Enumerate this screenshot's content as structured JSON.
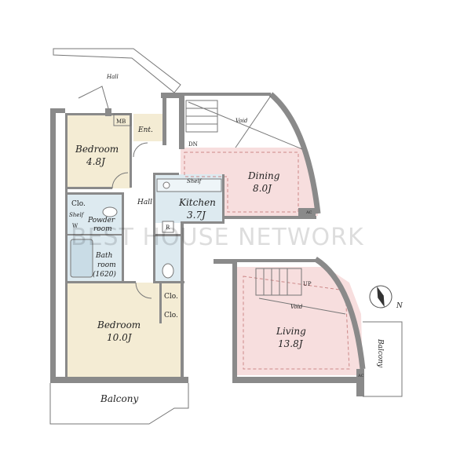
{
  "rooms": {
    "hall_top": "Hall",
    "mb": "MB",
    "ent": "Ent.",
    "void_top": "Void",
    "dn": "DN",
    "bedroom_small": "Bedroom",
    "bedroom_small_size": "4.8J",
    "dining": "Dining",
    "dining_size": "8.0J",
    "shelf_kitchen": "Shelf",
    "closet_top": "Clo.",
    "shelf_small": "Shelf",
    "w_mark": "W",
    "powder": "Powder",
    "powder_room": "room",
    "hall_mid": "Hall",
    "kitchen": "Kitchen",
    "kitchen_size": "3.7J",
    "r_mark": "R",
    "bath": "Bath",
    "bath_room": "room",
    "bath_size": "(1620)",
    "closet_1": "Clo.",
    "closet_2": "Clo.",
    "bedroom_large": "Bedroom",
    "bedroom_large_size": "10.0J",
    "balcony_bottom": "Balcony",
    "up": "UP",
    "void_living": "Void",
    "living": "Living",
    "living_size": "13.8J",
    "balcony_side": "Balcony",
    "ac_mark_1": "AC",
    "ac_mark_2": "AC"
  },
  "compass": {
    "label": "N"
  },
  "watermark": "BEST HOUSE NETWORK",
  "colors": {
    "pink": "#f7dede",
    "beige": "#f4ecd4",
    "blue": "#ddeaf0",
    "wall": "#8a8a8a"
  }
}
